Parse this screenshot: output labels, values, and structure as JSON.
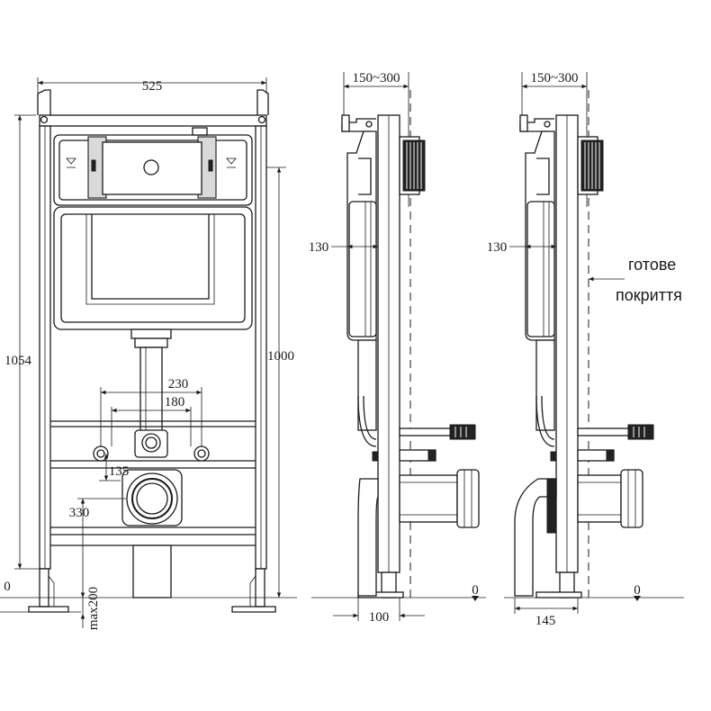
{
  "front_view": {
    "width": "525",
    "height_total": "1054",
    "height_frame": "1000",
    "bolt_outer": "230",
    "bolt_inner": "180",
    "outlet_offset": "135",
    "outlet_height": "330",
    "foot_max": "max200",
    "zero": "0"
  },
  "side_view_a": {
    "top_range": "150~300",
    "tank_depth": "130",
    "depth": "100",
    "zero": "0"
  },
  "side_view_b": {
    "top_range": "150~300",
    "tank_depth": "130",
    "depth": "145",
    "zero": "0",
    "finish_line_1": "готове",
    "finish_line_2": "покриття"
  }
}
